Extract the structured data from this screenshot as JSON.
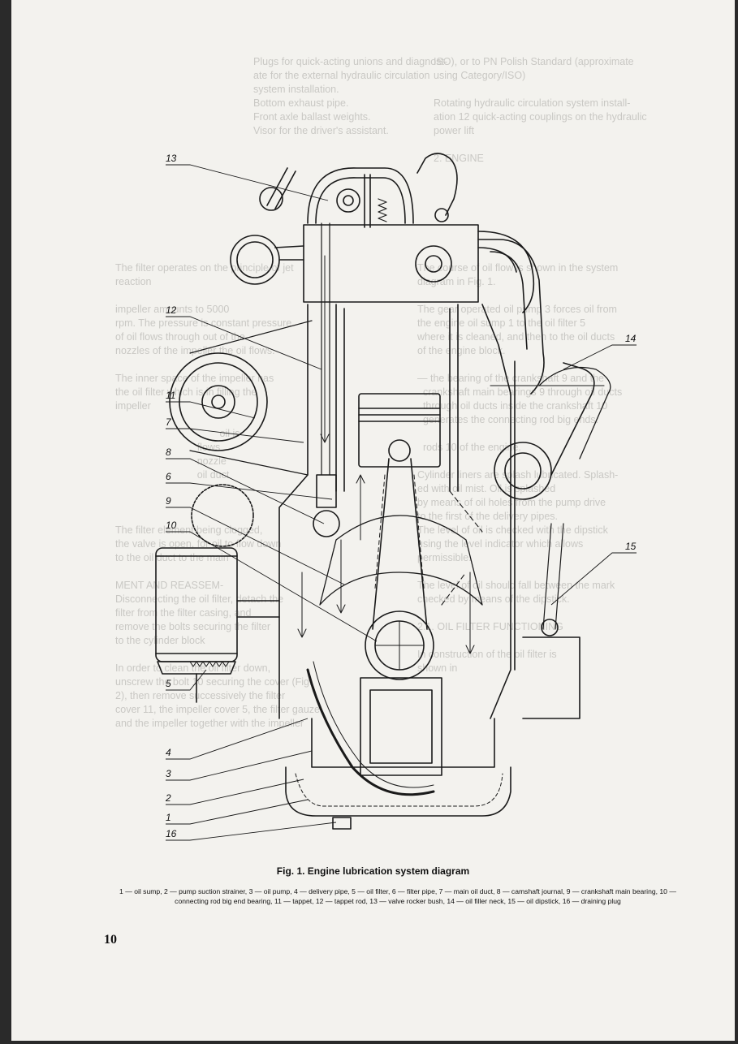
{
  "figure": {
    "caption": "Fig. 1. Engine lubrication system diagram",
    "legend": "1 — oil sump, 2 — pump suction strainer, 3 — oil pump, 4 — delivery pipe, 5 — oil filter, 6 — filter pipe, 7 — main oil duct, 8 — camshaft journal, 9 — crankshaft main bearing, 10 — connecting rod big end bearing, 11 — tappet, 12 — tappet rod, 13 — valve rocker bush, 14 — oil filler neck, 15 — oil dipstick, 16 — draining plug",
    "callouts": [
      "13",
      "12",
      "11",
      "7",
      "8",
      "6",
      "9",
      "10",
      "5",
      "4",
      "3",
      "2",
      "1",
      "16",
      "14",
      "15"
    ]
  },
  "page_number": "10"
}
